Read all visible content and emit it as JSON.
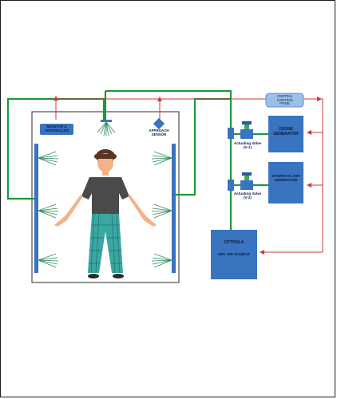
{
  "labels": {
    "monitor": "MONITOR & CONTROLLER",
    "approach": "APPROACH SENSOR",
    "central": "CENTRAL CONTROL PANEL",
    "ozone": "OZONE GENERATOR",
    "hydroxyl": "HYDROXYL ION GENERATOR",
    "valve1": "Actuating Valve (V-1)",
    "valve2": "Actuating Valve (V-2)",
    "option_title": "OPTION-A",
    "option_sub": "DRY AIR SOURCE"
  },
  "colors": {
    "green_pipe": "#1a9a3a",
    "red_signal": "#d2343a",
    "blue_panel": "#3a73c0",
    "light_panel": "#9cc0e8",
    "spray": "#2f8a5a",
    "shirt": "#4a4a4a",
    "pants": "#3aa8a0",
    "skin": "#f2b28a",
    "hair": "#5a3520"
  },
  "icons": [
    "spray-nozzle-icon",
    "person-icon",
    "valve-icon",
    "arrow-icon"
  ]
}
